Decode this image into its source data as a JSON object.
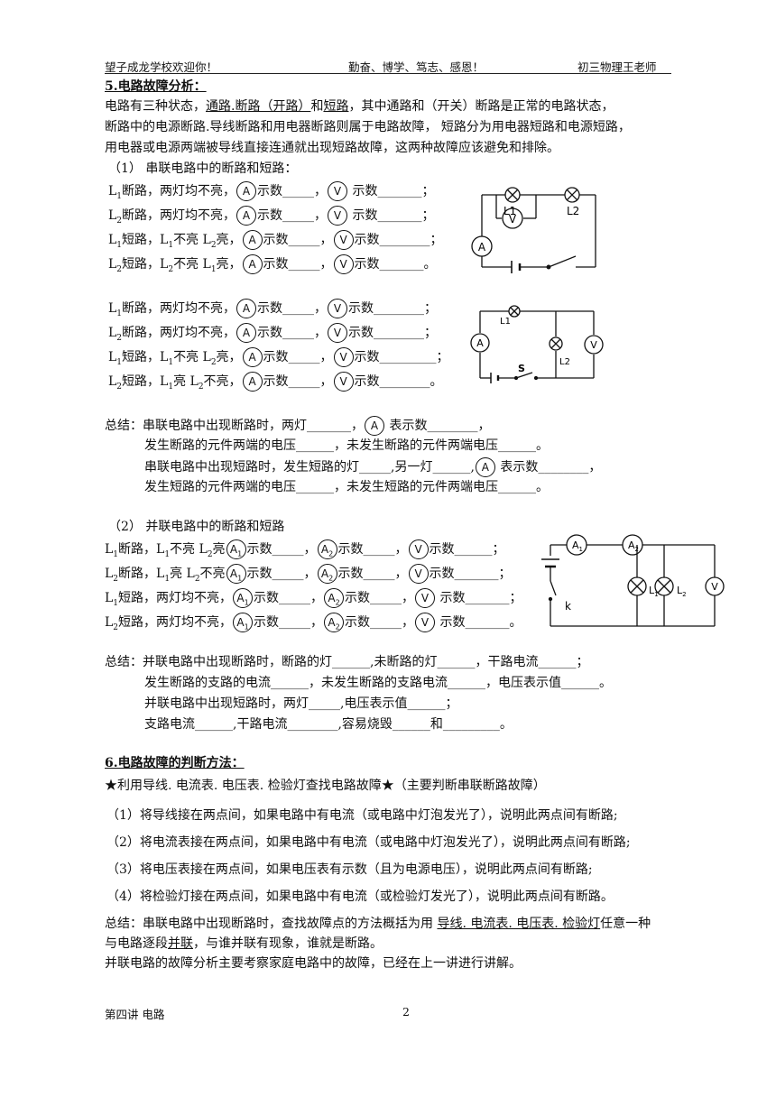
{
  "header": {
    "left": "望子成龙学校欢迎你！",
    "center": "勤奋、博学、笃志、感恩！",
    "right": "初三物理王老师"
  },
  "s5": {
    "title": "5.电路故障分析：",
    "intro1": {
      "a": "电路有三种状态，",
      "b": "通路.断路（开路）",
      "c": "和",
      "d": "短路",
      "e": "，其中通路和（开关）断路是正常的电路状态，"
    },
    "intro2": "断路中的电源断路.导线断路和用电器断路则属于电路故障，    短路分为用电器短路和电源短路，",
    "intro3": "用电器或电源两端被导线直接连通就出现短路故障，这两种故障应该避免和排除。",
    "sub1": "（1）    串联电路中的断路和短路：",
    "series_a": [
      {
        "pre": "断路，两灯均不亮，",
        "s1": "示数_____，",
        "s2": "示数_______；"
      },
      {
        "pre": "断路，两灯均不亮，",
        "s1": "示数_____，",
        "s2": "示数_______；"
      },
      {
        "pre": "短路，",
        "mid": "不亮  ",
        "post": "亮，",
        "s1": "示数_____，",
        "s2": "示数________；"
      },
      {
        "pre": "短路，",
        "mid": "不亮  ",
        "post": "亮，",
        "s1": "示数_____，",
        "s2": "示数_______。"
      }
    ],
    "series_b": [
      {
        "pre": "断路，两灯均不亮，",
        "s1": "示数_____，",
        "s2": "示数________；"
      },
      {
        "pre": "断路，两灯均不亮，",
        "s1": "示数_____，",
        "s2": "示数________；"
      },
      {
        "pre": "短路，",
        "mid": "不亮  ",
        "post": "亮，",
        "s1": "示数_____，",
        "s2": "示数_________；"
      },
      {
        "pre": "短路，",
        "mid": "亮  ",
        "post": "不亮，",
        "s1": "示数_____，",
        "s2": "示数________。"
      }
    ],
    "sum1": {
      "l1a": "总结：串联电路中出现断路时，两灯_______，",
      "l1b": "表示数________，",
      "l2": "发生断路的元件两端的电压______，未发生断路的元件两端电压______。",
      "l3a": "串联电路中出现短路时，发生短路的灯_____,另一灯______,",
      "l3b": "表示数________，",
      "l4": "发生短路的元件两端的电压______，未发生短路的元件两端电压______。"
    },
    "sub2": "（2）    并联电路中的断路和短路",
    "parallel": [
      {
        "pre": "断路，",
        "mid": "不亮  ",
        "post": "亮",
        "s1": "示数_____，",
        "s2": "示数_____，",
        "s3": "示数______；"
      },
      {
        "pre": "断路，",
        "mid": "亮  ",
        "post": "不亮",
        "s1": "示数_____，",
        "s2": "示数_____，",
        "s3": "示数_______；"
      },
      {
        "pre": "短路，两灯均不亮，",
        "s1": "示数_____，",
        "s2": "示数_____，",
        "s3": "示数_______；"
      },
      {
        "pre": "短路，两灯均不亮，",
        "s1": "示数_____，",
        "s2": "示数_____，",
        "s3": "示数_______。"
      }
    ],
    "sum2": {
      "l1": "总结：并联电路中出现断路时，断路的灯______,未断路的灯______，干路电流______；",
      "l2": "发生断路的支路的电流______，未发生断路的支路电流______，电压表示值______。",
      "l3": "并联电路中出现短路时，两灯_____,电压表示值______；",
      "l4": "支路电流______,干路电流________,容易烧毁______和_________。"
    }
  },
  "s6": {
    "title": "6.电路故障的判断方法：",
    "star": "★利用导线. 电流表. 电压表. 检验灯查找电路故障★（主要判断串联断路故障）",
    "items": [
      "（1）将导线接在两点间，如果电路中有电流（或电路中灯泡发光了），说明此两点间有断路;",
      "（2）将电流表接在两点间，如果电路中有电流（或电路中灯泡发光了），说明此两点间有断路;",
      "（3）将电压表接在两点间，如果电压表有示数（且为电源电压），说明此两点间有断路;",
      "（4）将检验灯接在两点间，如果电路中有电流（或检验灯发光了），说明此两点间有断路。"
    ],
    "sum1a": "总结：串联电路中出现断路时，查找故障点的方法概括为用 ",
    "sum1b": "导线. 电流表. 电压表. 检验灯",
    "sum1c": "任意一种",
    "sum2a": " 与电路逐段",
    "sum2b": "并联",
    "sum2c": "，与谁并联有现象，谁就是断路。",
    "sum3": "并联电路的故障分析主要考察家庭电路中的故障，已经在上一讲进行讲解。"
  },
  "symbols": {
    "A": "A",
    "V": "V",
    "L": "L",
    "one": "1",
    "two": "2",
    "L1": "L1",
    "L2": "L2",
    "S": "S",
    "k": "k",
    "L1g": "L",
    "L2g": "L"
  },
  "footer": {
    "left": "第四讲  电路",
    "page": "2"
  }
}
